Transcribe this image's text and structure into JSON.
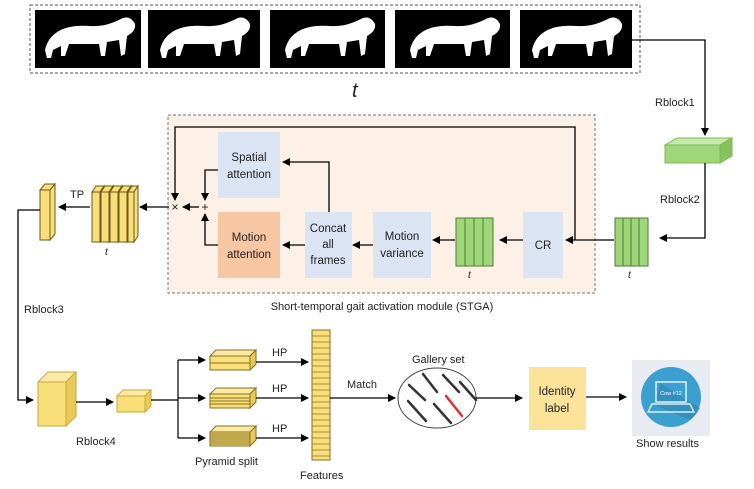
{
  "frames": {
    "count": 5,
    "time_label": "t"
  },
  "labels": {
    "rblock1": "Rblock1",
    "rblock2": "Rblock2",
    "rblock3": "Rblock3",
    "rblock4": "Rblock4",
    "tp": "TP",
    "t_small": "t",
    "hp": "HP",
    "pyramid_split": "Pyramid  split",
    "features": "Features",
    "match": "Match",
    "gallery_set": "Gallery set",
    "show_results": "Show results",
    "laptop_screen": "Cow #12"
  },
  "stga": {
    "caption": "Short-temporal gait activation module (STGA)",
    "cr": "CR",
    "motion_variance": [
      "Motion",
      "variance"
    ],
    "concat": [
      "Concat",
      "all",
      "frames"
    ],
    "spatial_attention": [
      "Spatial",
      "attention"
    ],
    "motion_attention": [
      "Motion",
      "attention"
    ],
    "plus": "+",
    "times": "×"
  },
  "identity": [
    "Identity",
    "label"
  ],
  "colors": {
    "stga_bg": "#fdf0e6",
    "blue_box": "#dbe4f3",
    "orange_box": "#f7c6a3",
    "green": "#9fd67a",
    "yellow": "#f9df7a",
    "identity_box": "#fbe49a",
    "result_circle": "#3b9fcf",
    "gallery_highlight": "#e03030"
  }
}
